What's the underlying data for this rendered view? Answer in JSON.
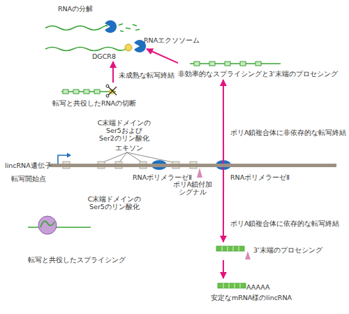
{
  "diagram": {
    "nodes": [
      {
        "text": [
          "RNAの分解"
        ]
      },
      {
        "text": [
          "RNAエクソソーム",
          "DGCR8"
        ]
      },
      {
        "text": [
          "転写と共役したRNAの切断"
        ]
      },
      {
        "text": [
          "非効率的なスプライシングと3'末端のプロセシング"
        ]
      },
      {
        "text": [
          "lincRNA遺伝子"
        ]
      },
      {
        "text": [
          "3'末端のプロセシング"
        ]
      },
      {
        "text": [
          "AAAAA",
          "安定なmRNA様のlincRNA"
        ]
      },
      {
        "text": [
          "転写と共役したスプライシング"
        ]
      }
    ],
    "edges": [
      {
        "from": 2,
        "to": 1,
        "label": "未成熟な転写終結",
        "arrow": "to"
      },
      {
        "from": 3,
        "to": 1,
        "arrow": "to"
      },
      {
        "from": 4,
        "to": 3,
        "label": "ポリA鎖複合体に非依存的な転写終結",
        "arrow": "to"
      },
      {
        "from": 4,
        "to": 5,
        "label": "ポリA鎖複合体に依存的な転写終結",
        "arrow": "to"
      },
      {
        "from": 5,
        "to": 6,
        "arrow": "to"
      }
    ],
    "labels": [
      "C末端ドメインの Ser5および Ser2のリン酸化",
      "エキソン",
      "転写開始点",
      "RNAポリメラーゼⅡ",
      "RNAポリメラーゼⅡ",
      "ポリA鎖付加 シグナル",
      "C末端ドメインの Ser5のリン酸化"
    ]
  }
}
